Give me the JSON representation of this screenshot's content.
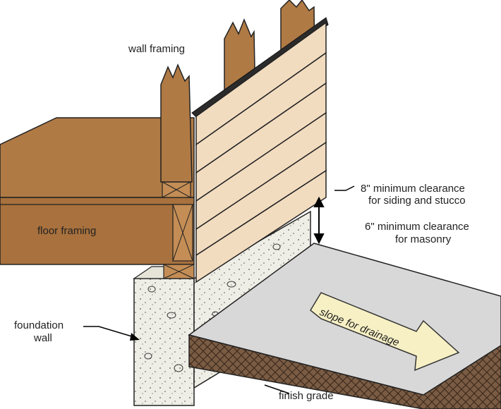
{
  "labels": {
    "wall_framing": "wall framing",
    "floor_framing": "floor framing",
    "foundation_wall_line1": "foundation",
    "foundation_wall_line2": "wall",
    "clearance_siding_line1": "8\" minimum clearance",
    "clearance_siding_line2": "for siding and stucco",
    "clearance_masonry_line1": "6\" minimum clearance",
    "clearance_masonry_line2": "for masonry",
    "slope_arrow": "slope for drainage",
    "finish_grade": "finish grade"
  },
  "colors": {
    "wood": "#b07a45",
    "wood_dark": "#8a5a2c",
    "siding": "#f2dcc0",
    "sheathing": "#2b2b2b",
    "concrete": "#efeee6",
    "slab": "#d4d4d4",
    "soil": "#6b4f3a",
    "arrow_fill": "#f7f0c4"
  }
}
